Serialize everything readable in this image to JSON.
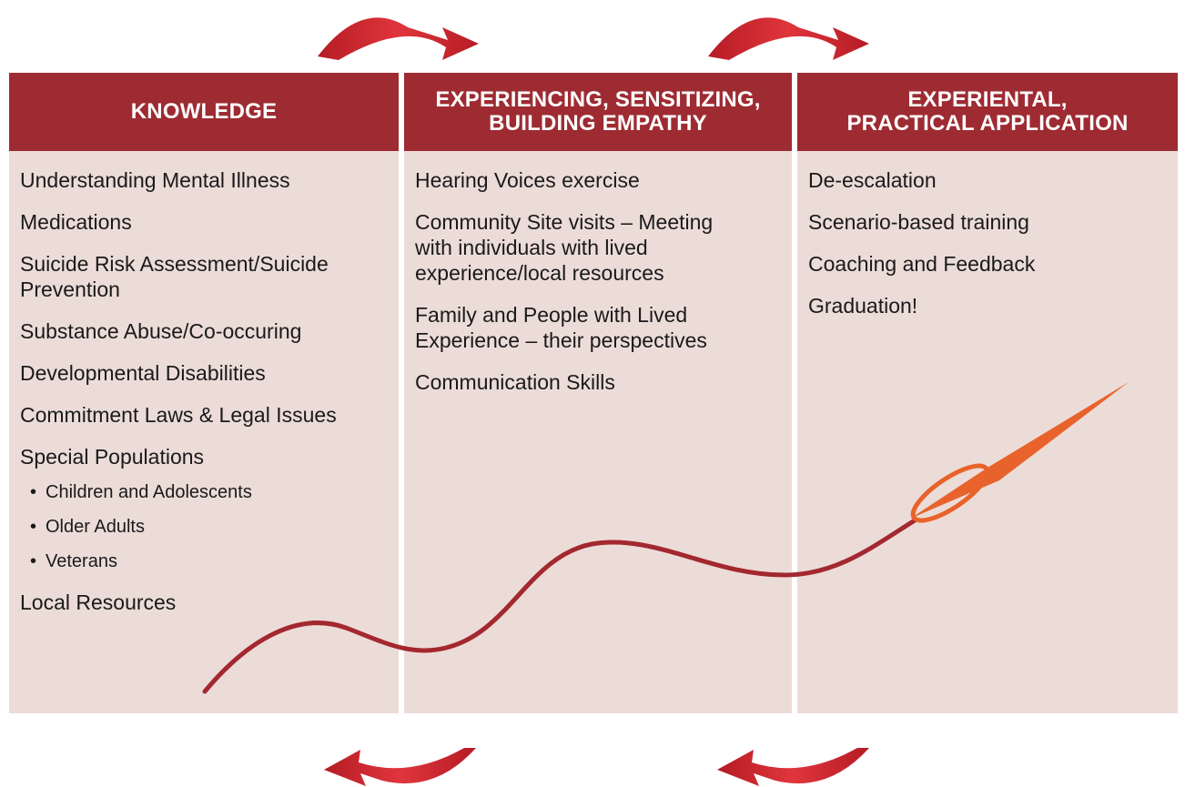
{
  "columns": [
    {
      "title": "KNOWLEDGE",
      "items": [
        "Understanding Mental Illness",
        "Medications",
        "Suicide Risk Assessment/Suicide\nPrevention",
        "Substance Abuse/Co-occuring",
        "Developmental Disabilities",
        "Commitment Laws & Legal Issues",
        "Special Populations"
      ],
      "sub_items": [
        "Children and Adolescents",
        "Older Adults",
        "Veterans"
      ],
      "last_item": "Local Resources"
    },
    {
      "title": "EXPERIENCING, SENSITIZING,\nBUILDING EMPATHY",
      "items": [
        "Hearing Voices exercise",
        "Community Site visits – Meeting\nwith individuals with lived\nexperience/local resources",
        "Family and People with Lived\nExperience – their perspectives",
        "Communication Skills"
      ]
    },
    {
      "title": "EXPERIENTAL,\nPRACTICAL APPLICATION",
      "items": [
        "De-escalation",
        "Scenario-based training",
        "Coaching and Feedback",
        "Graduation!"
      ]
    }
  ],
  "bullet_glyph": "•",
  "colors": {
    "header_bg": "#9e2b32",
    "body_bg": "#ecdcd8",
    "arrow_red": "#c8202b",
    "thread": "#a3282f",
    "needle": "#e8632b"
  },
  "icons": [
    "curved-arrow-icon",
    "thread-line-icon",
    "needle-icon"
  ]
}
